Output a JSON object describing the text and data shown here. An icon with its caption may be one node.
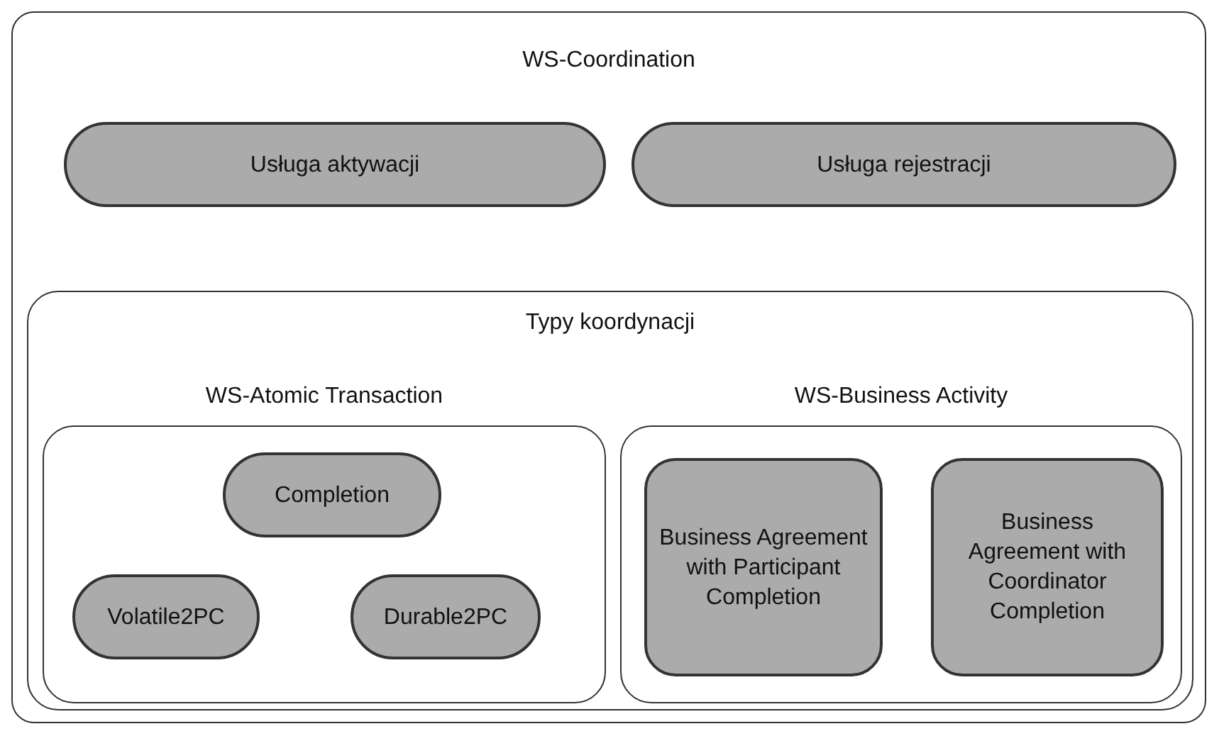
{
  "diagram": {
    "nodes": [
      {
        "text": [
          "WS-Coordination"
        ]
      },
      {
        "text": [
          "Usługa aktywacji"
        ],
        "in": 0
      },
      {
        "text": [
          "Usługa rejestracji"
        ],
        "in": 0
      },
      {
        "text": [
          "Typy koordynacji"
        ],
        "in": 0
      },
      {
        "text": [
          "WS-Atomic Transaction"
        ],
        "in": 3
      },
      {
        "text": [
          "WS-Business Activity"
        ],
        "in": 3
      },
      {
        "text": [
          "Completion"
        ],
        "in": 4
      },
      {
        "text": [
          "Volatile2PC"
        ],
        "in": 4
      },
      {
        "text": [
          "Durable2PC"
        ],
        "in": 4
      },
      {
        "text": [
          "Business Agreement with Participant Completion"
        ],
        "in": 5
      },
      {
        "text": [
          "Business Agreement with Coordinator Completion"
        ],
        "in": 5
      }
    ]
  }
}
